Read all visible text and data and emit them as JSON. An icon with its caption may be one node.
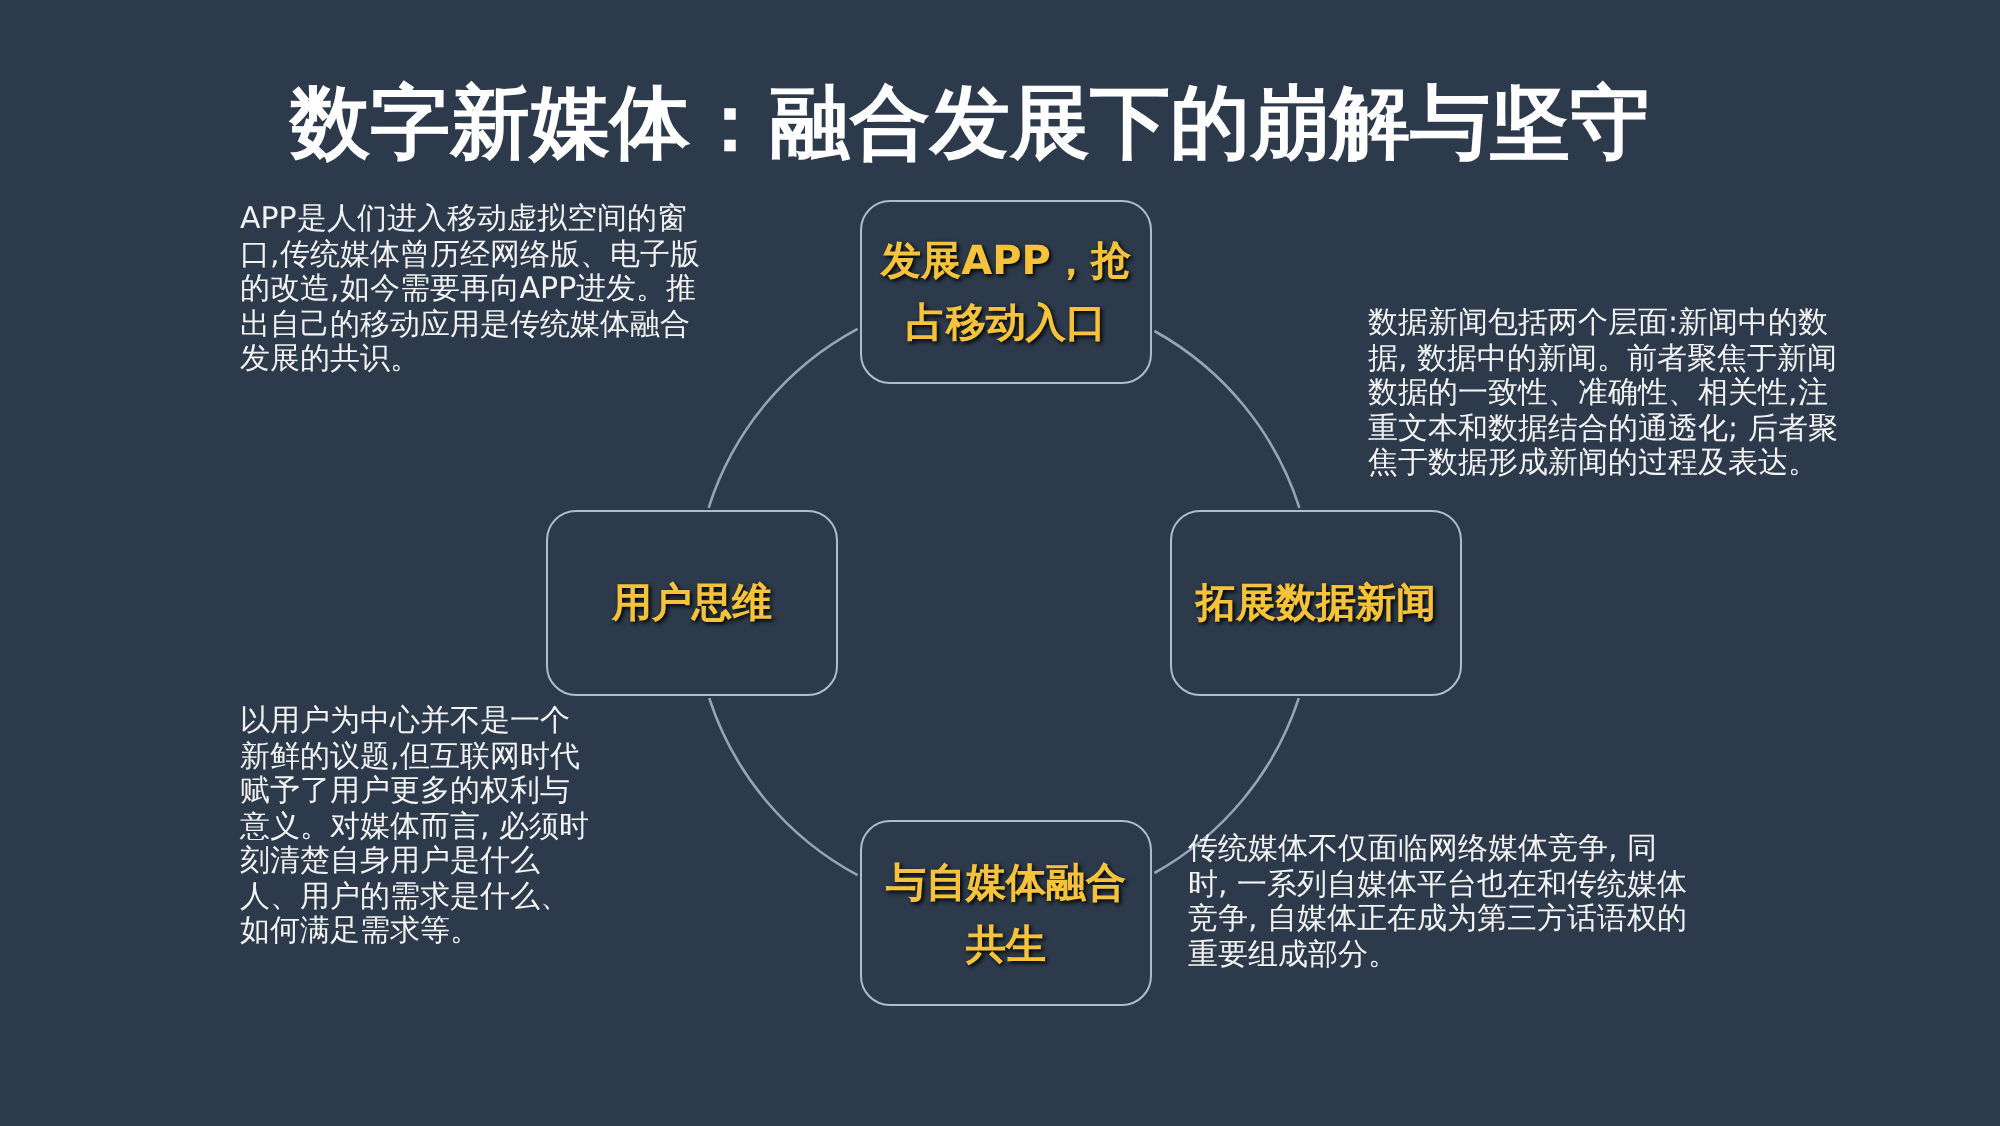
{
  "diagram": {
    "title": "数字新媒体：融合发展下的崩解与坚守",
    "nodes": [
      {
        "text": [
          "发展APP，抢占移动入口"
        ]
      },
      {
        "text": [
          "用户思维"
        ],
        "beside": [
          "以用户为中心并不是一个新鲜的议题,但互联网时代赋予了用户更多的权利与意义。对媒体而言, 必须时刻清楚自身用户是什么人、用户的需求是什么、如何满足需求等。"
        ]
      },
      {
        "text": [
          "拓展数据新闻"
        ],
        "beside": [
          "数据新闻包括两个层面:新闻中的数据, 数据中的新闻。前者聚焦于新闻数据的一致性、准确性、相关性,注重文本和数据结合的通透化; 后者聚焦于数据形成新闻的过程及表达。"
        ]
      },
      {
        "text": [
          "与自媒体融合共生"
        ],
        "beside": [
          "传统媒体不仅面临网络媒体竞争, 同时, 一系列自媒体平台也在和传统媒体竞争, 自媒体正在成为第三方话语权的重要组成部分。"
        ]
      }
    ],
    "edges": [
      {
        "from": 0,
        "to": 2,
        "arrow": "none"
      },
      {
        "from": 2,
        "to": 3,
        "arrow": "none"
      },
      {
        "from": 3,
        "to": 1,
        "arrow": "none"
      },
      {
        "from": 1,
        "to": 0,
        "arrow": "none"
      }
    ],
    "labels": [
      "APP是人们进入移动虚拟空间的窗口,传统媒体曾历经网络版、电子版的改造,如今需要再向APP进发。推出自己的移动应用是传统媒体融合发展的共识。"
    ]
  }
}
